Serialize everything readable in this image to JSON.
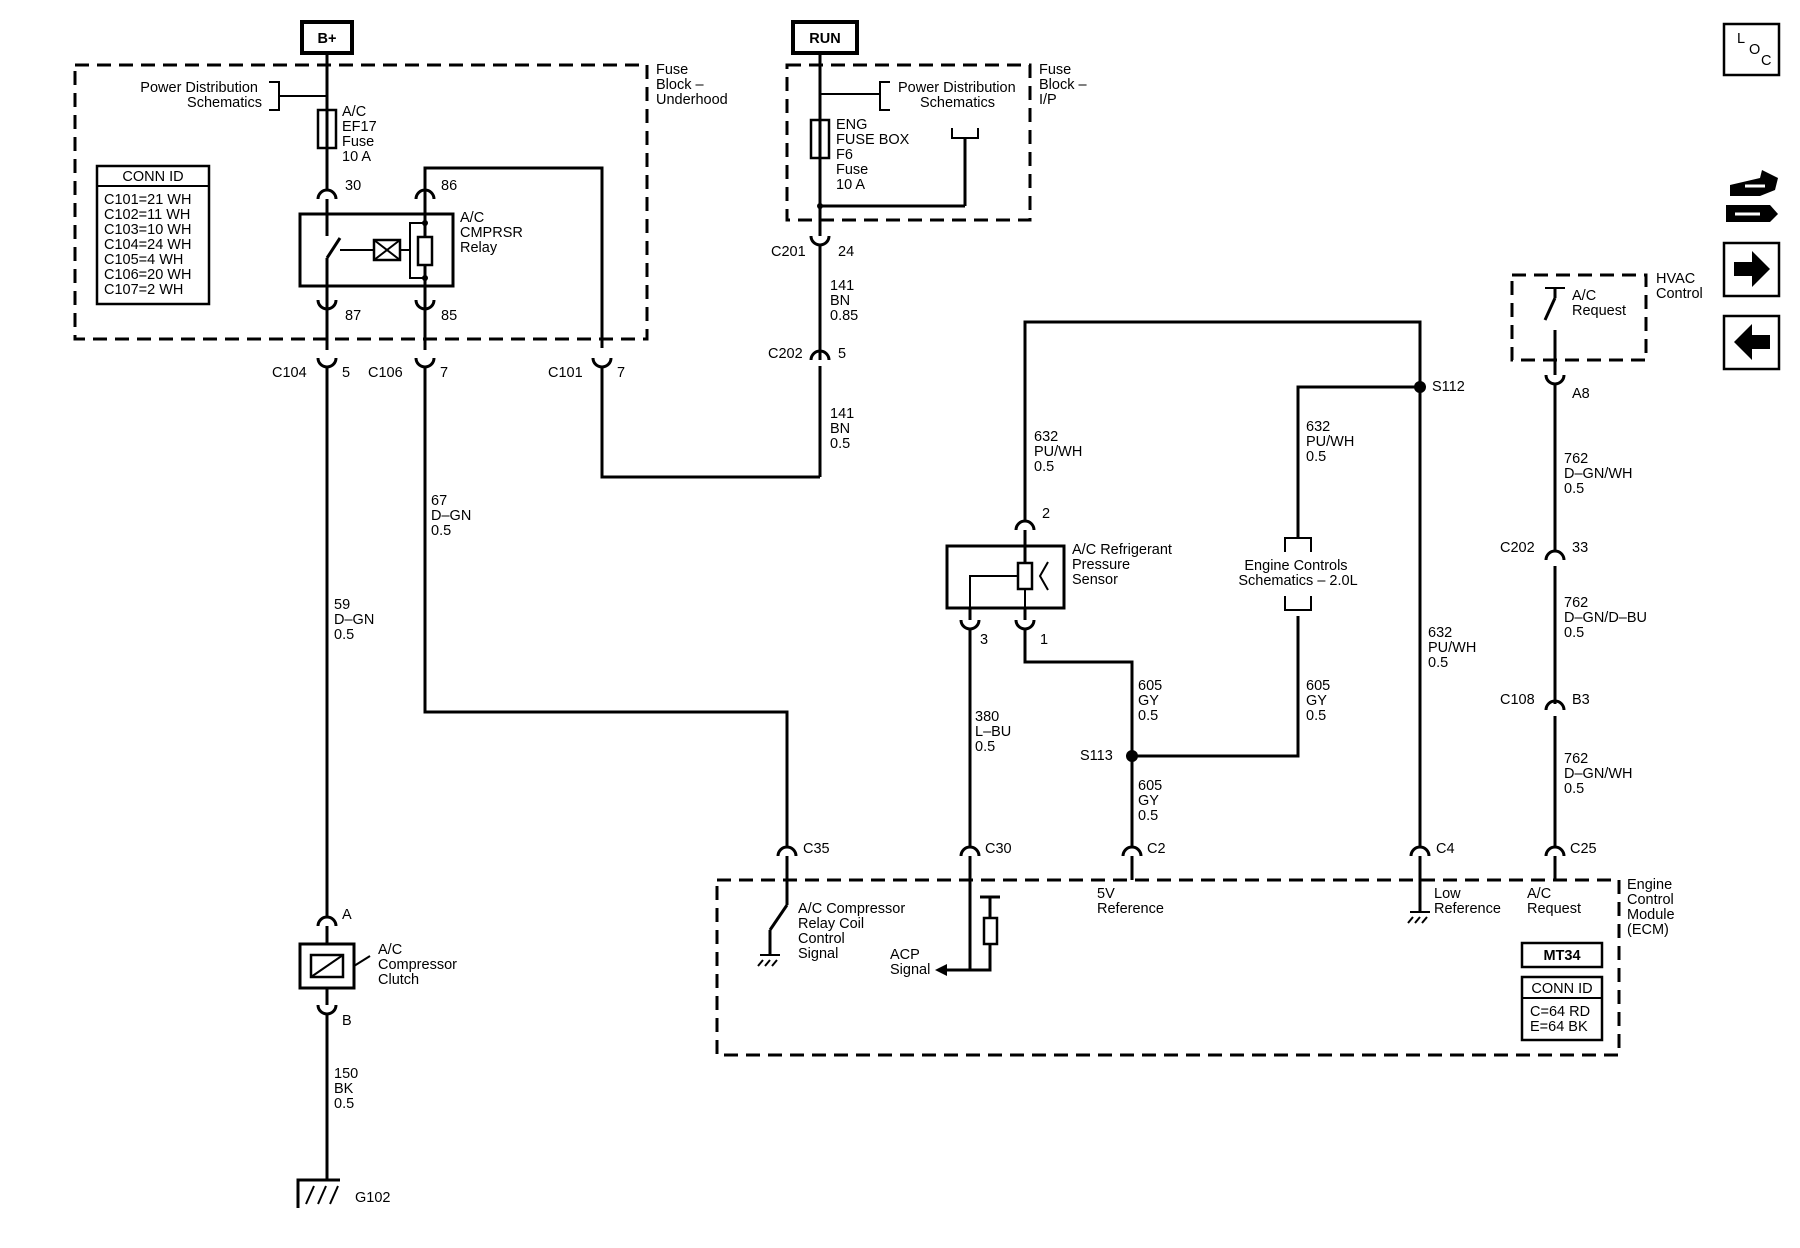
{
  "power": {
    "bplus": "B+",
    "run": "RUN"
  },
  "fuse_block_underhood": {
    "title": [
      "Fuse",
      "Block –",
      "Underhood"
    ],
    "pds_ref": [
      "Power Distribution",
      "Schematics"
    ],
    "fuse": [
      "A/C",
      "EF17",
      "Fuse",
      "10 A"
    ],
    "relay": [
      "A/C",
      "CMPRSR",
      "Relay"
    ],
    "pins": {
      "p30": "30",
      "p86": "86",
      "p87": "87",
      "p85": "85"
    }
  },
  "conn_id_table_1": {
    "header": "CONN ID",
    "rows": [
      "C101=21 WH",
      "C102=11 WH",
      "C103=10 WH",
      "C104=24 WH",
      "C105=4 WH",
      "C106=20 WH",
      "C107=2 WH"
    ]
  },
  "fuse_block_ip": {
    "title": [
      "Fuse",
      "Block –",
      "I/P"
    ],
    "pds_ref": [
      "Power Distribution",
      "Schematics"
    ],
    "fuse": [
      "ENG",
      "FUSE BOX",
      "F6",
      "Fuse",
      "10 A"
    ]
  },
  "connectors": {
    "c201": "C201",
    "c201_pin": "24",
    "c202a": "C202",
    "c202a_pin": "5",
    "c104": "C104",
    "c104_pin": "5",
    "c106": "C106",
    "c106_pin": "7",
    "c101": "C101",
    "c101_pin": "7",
    "c202b": "C202",
    "c202b_pin": "33",
    "c108": "C108",
    "c108_pin": "B3",
    "a8": "A8",
    "c35": "C35",
    "c30": "C30",
    "c2": "C2",
    "c4": "C4",
    "c25": "C25",
    "sensor_pin2": "2",
    "sensor_pin3": "3",
    "sensor_pin1": "1",
    "clutch_a": "A",
    "clutch_b": "B"
  },
  "wires": {
    "w141a": [
      "141",
      "BN",
      "0.85"
    ],
    "w141b": [
      "141",
      "BN",
      "0.5"
    ],
    "w59": [
      "59",
      "D–GN",
      "0.5"
    ],
    "w67": [
      "67",
      "D–GN",
      "0.5"
    ],
    "w632a": [
      "632",
      "PU/WH",
      "0.5"
    ],
    "w632b": [
      "632",
      "PU/WH",
      "0.5"
    ],
    "w632c": [
      "632",
      "PU/WH",
      "0.5"
    ],
    "w380": [
      "380",
      "L–BU",
      "0.5"
    ],
    "w605a": [
      "605",
      "GY",
      "0.5"
    ],
    "w605b": [
      "605",
      "GY",
      "0.5"
    ],
    "w605c": [
      "605",
      "GY",
      "0.5"
    ],
    "w762a": [
      "762",
      "D–GN/WH",
      "0.5"
    ],
    "w762b": [
      "762",
      "D–GN/D–BU",
      "0.5"
    ],
    "w762c": [
      "762",
      "D–GN/WH",
      "0.5"
    ],
    "w150": [
      "150",
      "BK",
      "0.5"
    ]
  },
  "splices": {
    "s112": "S112",
    "s113": "S113"
  },
  "ground": "G102",
  "sensor": [
    "A/C Refrigerant",
    "Pressure",
    "Sensor"
  ],
  "engine_controls_ref": [
    "Engine Controls",
    "Schematics – 2.0L"
  ],
  "clutch": [
    "A/C",
    "Compressor",
    "Clutch"
  ],
  "hvac": {
    "title": [
      "HVAC",
      "Control"
    ],
    "switch": [
      "A/C",
      "Request"
    ]
  },
  "ecm": {
    "title": [
      "Engine",
      "Control",
      "Module",
      "(ECM)"
    ],
    "relay_signal": [
      "A/C Compressor",
      "Relay Coil",
      "Control",
      "Signal"
    ],
    "acp_signal": [
      "ACP",
      "Signal"
    ],
    "ref5v": [
      "5V",
      "Reference"
    ],
    "low_ref": [
      "Low",
      "Reference"
    ],
    "ac_request": [
      "A/C",
      "Request"
    ],
    "module_id": "MT34",
    "conn_header": "CONN ID",
    "conn_rows": [
      "C=64 RD",
      "E=64 BK"
    ]
  },
  "nav": {
    "loc": [
      "L",
      "O",
      "C"
    ],
    "icons": [
      "connector-view-icon",
      "next-page-arrow-icon",
      "previous-page-arrow-icon"
    ]
  }
}
